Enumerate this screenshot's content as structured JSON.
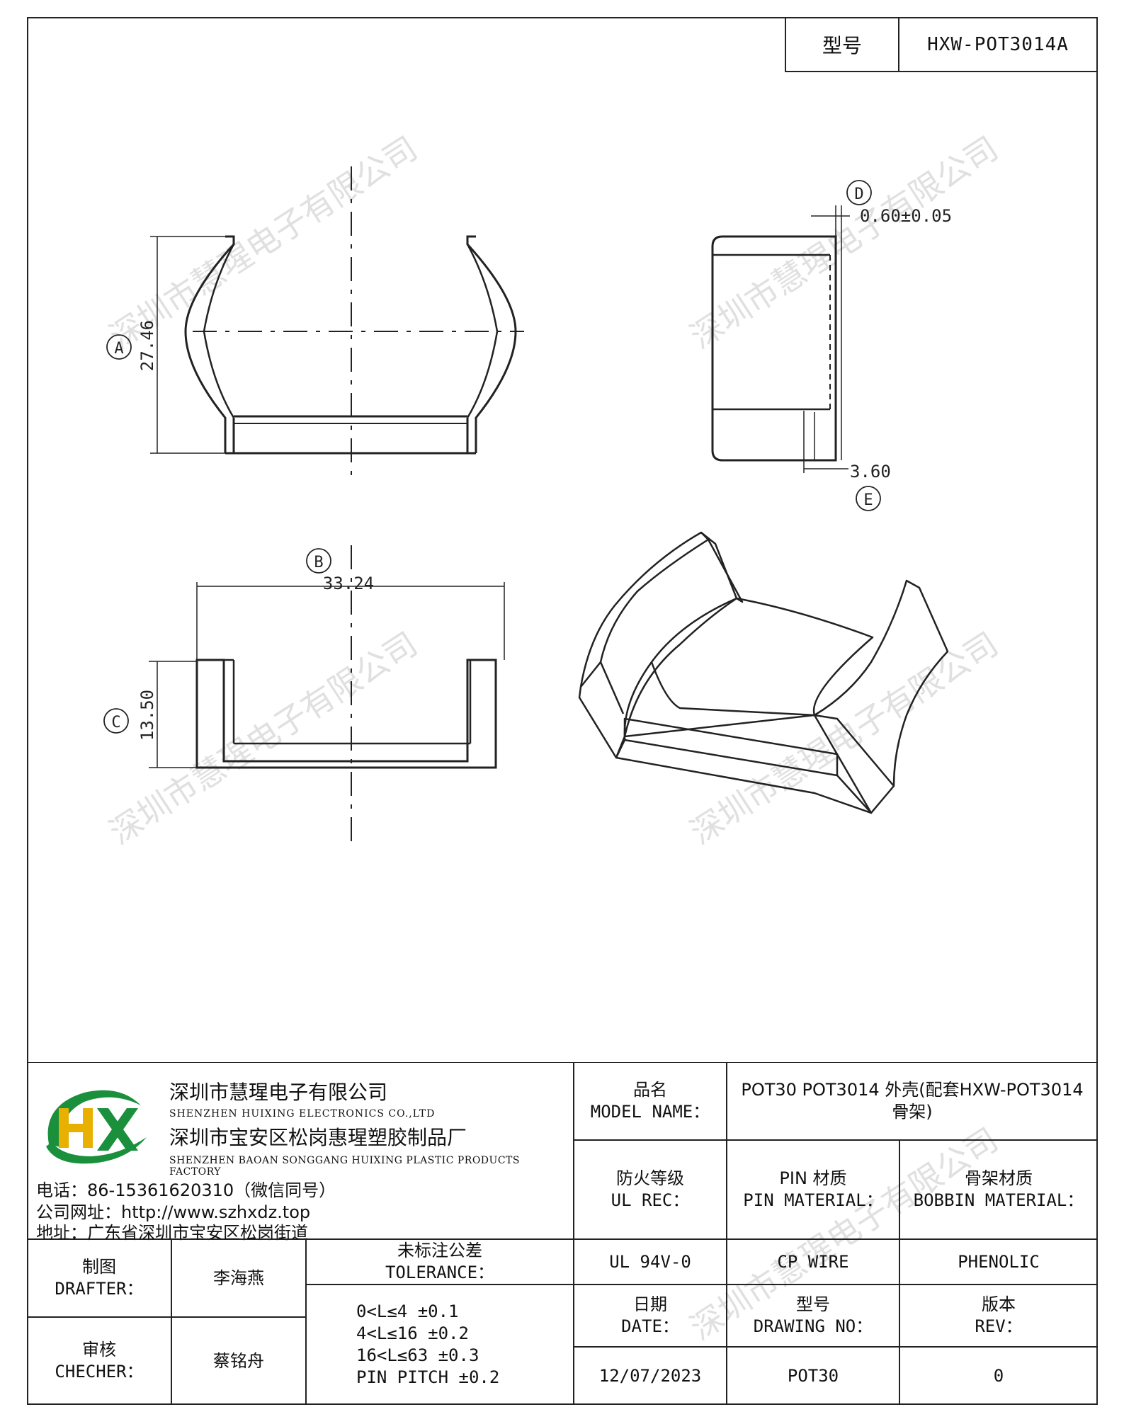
{
  "header": {
    "model_label": "型号",
    "model_value": "HXW-POT3014A"
  },
  "drawing": {
    "dim_a_label": "A",
    "dim_a_value": "27.46",
    "dim_b_label": "B",
    "dim_b_value": "33.24",
    "dim_c_label": "C",
    "dim_c_value": "13.50",
    "dim_d_label": "D",
    "dim_d_value": "0.60±0.05",
    "dim_e_label": "E",
    "dim_e_value": "3.60"
  },
  "watermark": "深圳市慧瑆电子有限公司",
  "company": {
    "name_cn": "深圳市慧瑆电子有限公司",
    "name_en": "SHENZHEN HUIXING ELECTRONICS CO.,LTD",
    "factory_cn": "深圳市宝安区松岗惠瑆塑胶制品厂",
    "factory_en": "SHENZHEN BAOAN SONGGANG HUIXING PLASTIC PRODUCTS FACTORY",
    "phone": "电话：86-15361620310（微信同号）",
    "website": "公司网址：http://www.szhxdz.top",
    "address": "地址：广东省深圳市宝安区松岗街道",
    "logo_text": "HX",
    "logo_colors": {
      "h": "#e8b000",
      "x": "#1a8f3c"
    }
  },
  "title_block": {
    "model_name_cn": "品名",
    "model_name_en": "MODEL NAME：",
    "model_name_value_1": "POT30 POT3014 外壳(配套HXW-POT3014",
    "model_name_value_2": "骨架)",
    "ul_cn": "防火等级",
    "ul_en": "UL REC：",
    "pin_cn": "PIN 材质",
    "pin_en": "PIN MATERIAL：",
    "bobbin_cn": "骨架材质",
    "bobbin_en": "BOBBIN MATERIAL：",
    "ul_value": "UL 94V-0",
    "pin_value": "CP WIRE",
    "bobbin_value": "PHENOLIC",
    "drafter_cn": "制图",
    "drafter_en": "DRAFTER：",
    "drafter_name": "李海燕",
    "checker_cn": "审核",
    "checker_en": "CHECHER：",
    "checker_name": "蔡铭舟",
    "tol_cn": "未标注公差",
    "tol_en": "TOLERANCE：",
    "tol_lines": [
      "0<L≤4  ±0.1",
      "4<L≤16 ±0.2",
      "16<L≤63 ±0.3",
      "PIN PITCH ±0.2"
    ],
    "date_cn": "日期",
    "date_en": "DATE：",
    "date_value": "12/07/2023",
    "drawing_no_cn": "型号",
    "drawing_no_en": "DRAWING NO：",
    "drawing_no_value": "POT30",
    "rev_cn": "版本",
    "rev_en": "REV：",
    "rev_value": "0"
  }
}
